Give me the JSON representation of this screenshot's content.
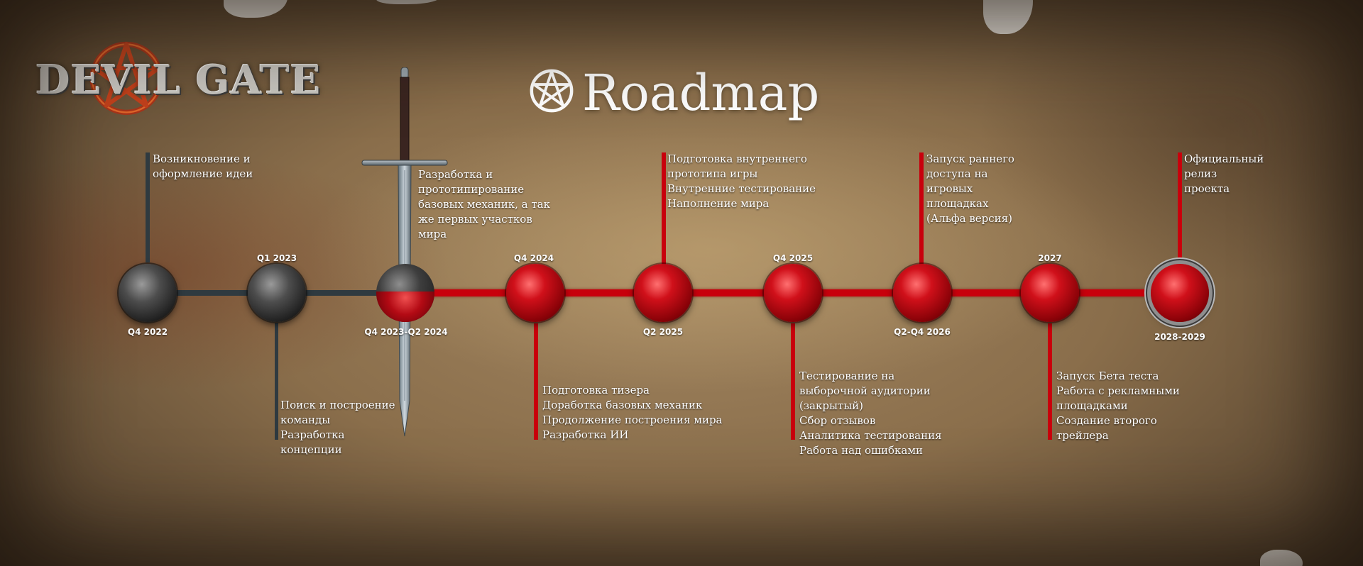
{
  "header": {
    "logo_text": "DEVIL GATE",
    "title": "Roadmap"
  },
  "colors": {
    "accent_red": "#c8000c",
    "gray_line": "#2f3a40",
    "text": "#ffffff"
  },
  "milestones": [
    {
      "date": "Q4 2022",
      "state": "done",
      "lines": [
        "Возникновение и оформление идеи"
      ]
    },
    {
      "date": "Q1 2023",
      "state": "done",
      "lines": [
        "Поиск и построение команды",
        "Разработка концепции"
      ]
    },
    {
      "date": "Q4 2023-Q2 2024",
      "state": "current",
      "lines": [
        "Разработка и прототипирование базовых механик, а так же первых участков мира"
      ]
    },
    {
      "date": "Q4 2024",
      "state": "planned",
      "lines": [
        "Подготовка тизера",
        "Доработка базовых механик",
        "Продолжение построения мира",
        "Разработка ИИ"
      ]
    },
    {
      "date": "Q2 2025",
      "state": "planned",
      "lines": [
        "Подготовка внутреннего прототипа игры",
        "Внутренние тестирование",
        "Наполнение мира"
      ]
    },
    {
      "date": "Q4 2025",
      "state": "planned",
      "lines": [
        "Тестирование на выборочной аудитории (закрытый)",
        "Сбор отзывов",
        "Аналитика тестирования",
        "Работа над ошибками"
      ]
    },
    {
      "date": "Q2-Q4 2026",
      "state": "planned",
      "lines": [
        "Запуск раннего доступа на игровых площадках (Альфа версия)"
      ]
    },
    {
      "date": "2027",
      "state": "planned",
      "lines": [
        "Запуск Бета теста",
        "Работа с рекламными площадками",
        "Создание второго трейлера"
      ]
    },
    {
      "date": "2028-2029",
      "state": "final",
      "lines": [
        "Официальный релиз проекта"
      ]
    }
  ]
}
